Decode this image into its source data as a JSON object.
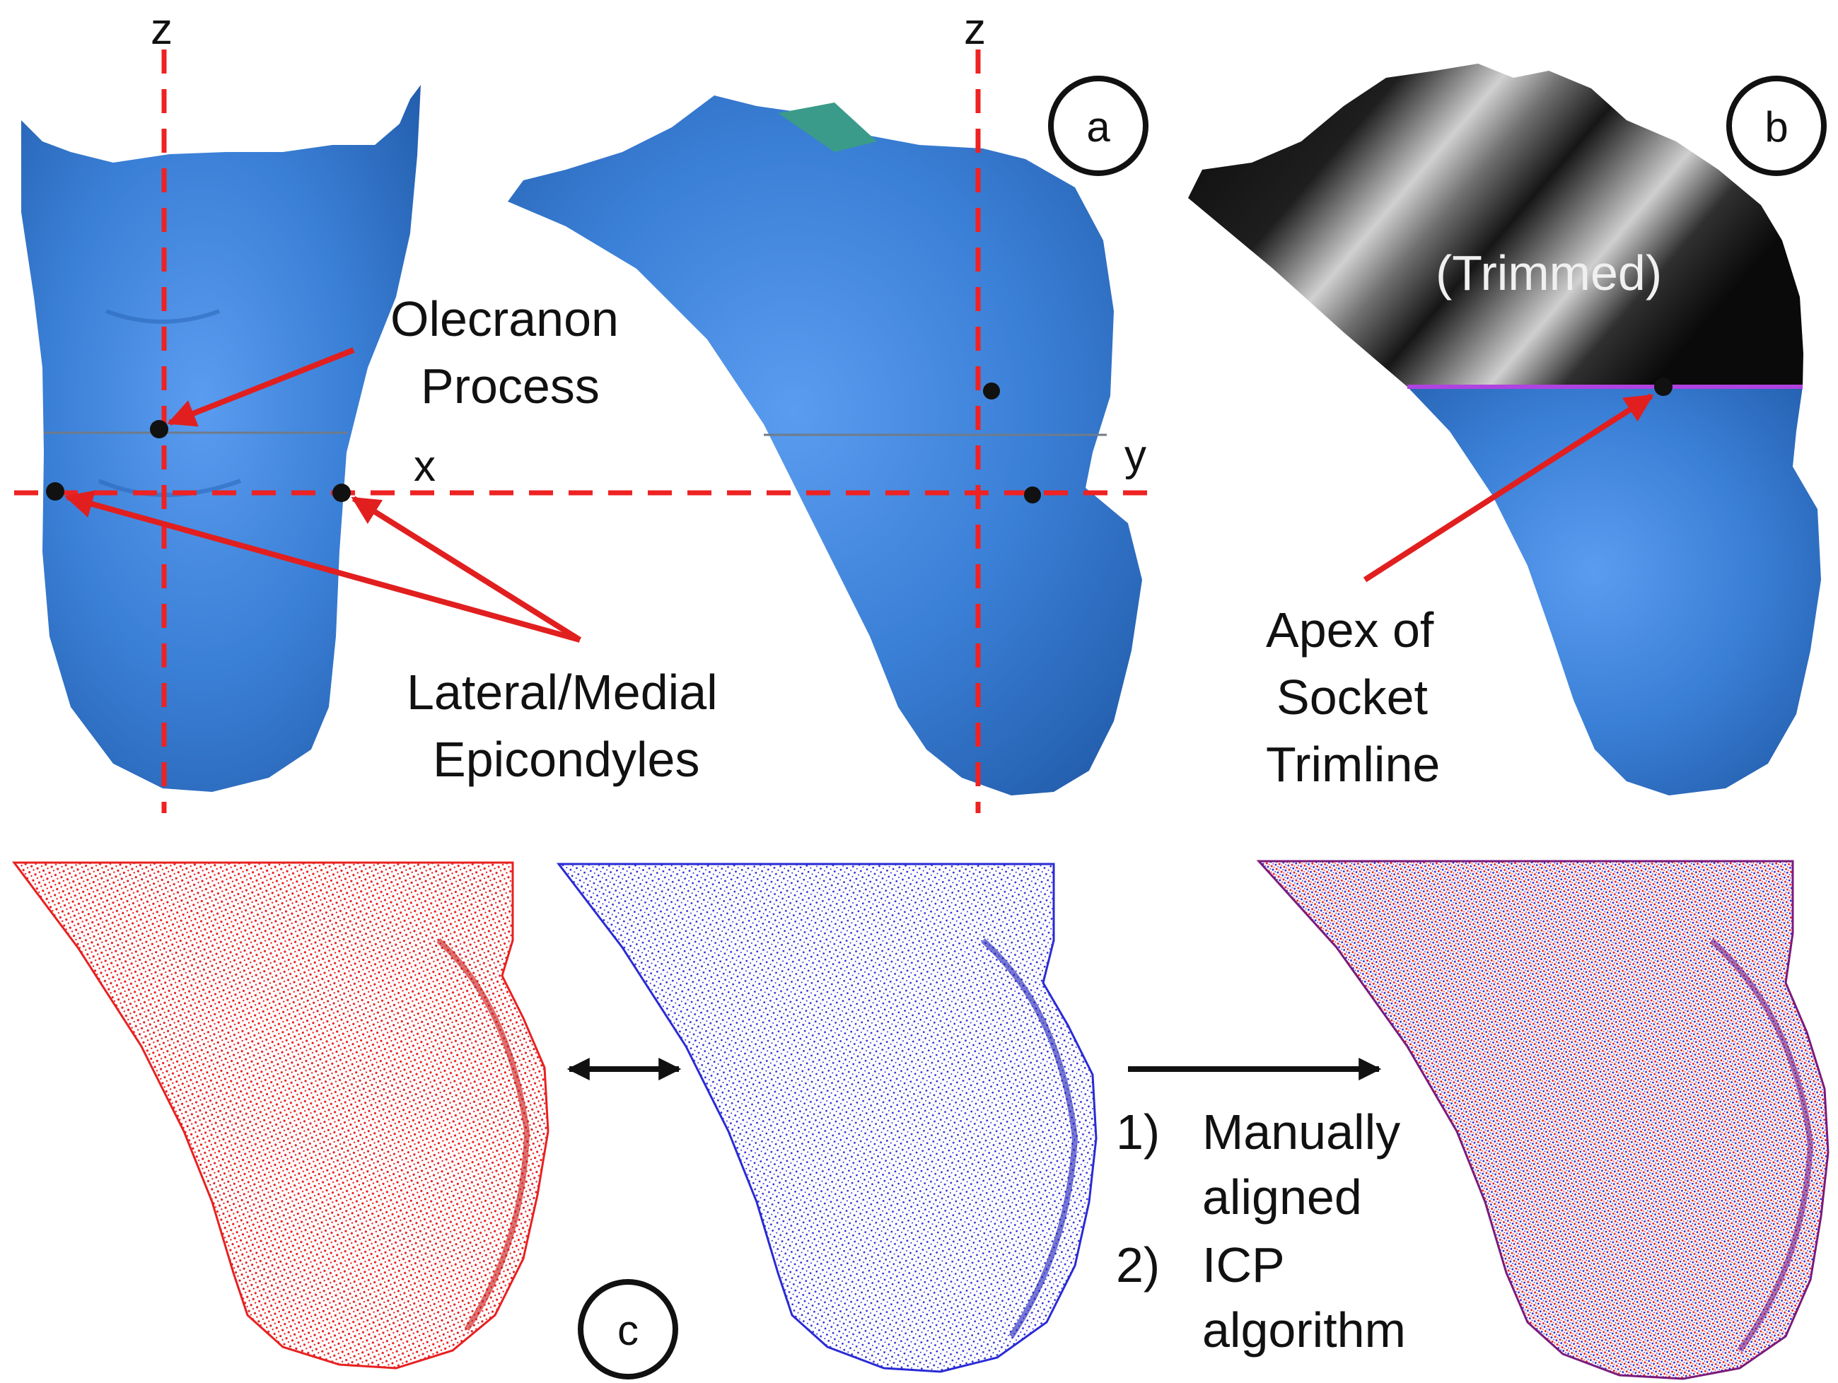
{
  "colors": {
    "limb_blue": "#3a7fd6",
    "limb_blue_dark": "#2a66b8",
    "axis_red": "#ee2222",
    "arrow_red": "#e11f1f",
    "trimmed_dark": "#111111",
    "trimline": "#b042e0",
    "cloud_red": "#e82020",
    "cloud_blue": "#2a2ad6",
    "black": "#111111"
  },
  "panels": {
    "a": {
      "badge": "a",
      "axis_front_vertical": "z",
      "axis_front_horizontal": "x",
      "axis_side_vertical": "z",
      "axis_side_horizontal": "y",
      "label_olecranon_1": "Olecranon",
      "label_olecranon_2": "Process",
      "label_epicondyles_1": "Lateral/Medial",
      "label_epicondyles_2": "Epicondyles"
    },
    "b": {
      "badge": "b",
      "trimmed_label": "(Trimmed)",
      "apex_1": "Apex of",
      "apex_2": "Socket",
      "apex_3": "Trimline"
    },
    "c": {
      "badge": "c",
      "step_1_num": "1)",
      "step_1_a": "Manually",
      "step_1_b": "aligned",
      "step_2_num": "2)",
      "step_2_a": "ICP",
      "step_2_b": "algorithm"
    }
  },
  "icons": {
    "double_arrow": "double-headed-arrow-icon",
    "right_arrow": "right-arrow-icon"
  }
}
